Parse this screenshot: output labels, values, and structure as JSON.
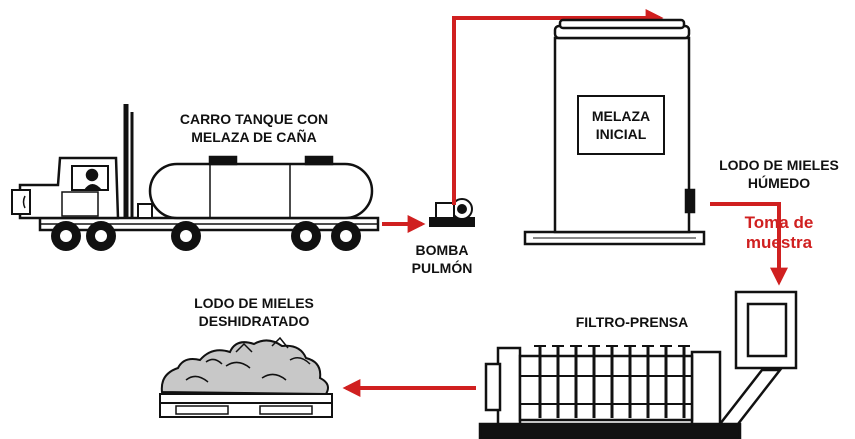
{
  "labels": {
    "truck_line1": "CARRO TANQUE CON",
    "truck_line2": "MELAZA DE CAÑA",
    "tank_line1": "MELAZA",
    "tank_line2": "INICIAL",
    "pump_line1": "BOMBA",
    "pump_line2": "PULMÓN",
    "wet_line1": "LODO DE MIELES",
    "wet_line2": "HÚMEDO",
    "sample_line1": "Toma de",
    "sample_line2": "muestra",
    "filter": "FILTRO-PRENSA",
    "dry_line1": "LODO DE MIELES",
    "dry_line2": "DESHIDRATADO"
  },
  "colors": {
    "arrow": "#d02020",
    "line": "#111111",
    "sludge": "#c8c8c8",
    "sample_text": "#d02020"
  }
}
